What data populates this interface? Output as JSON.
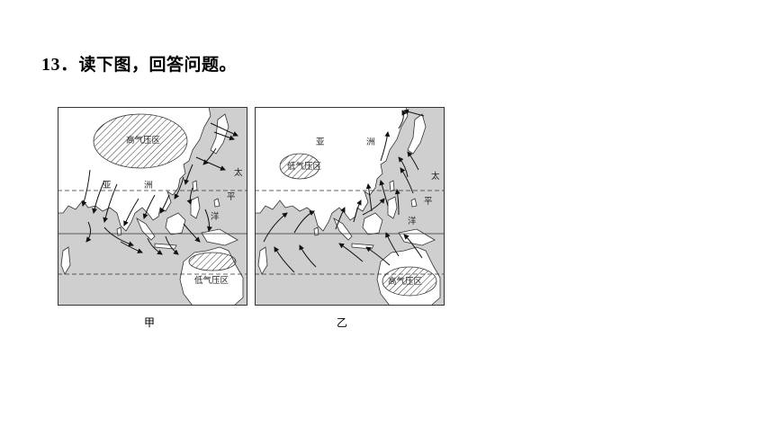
{
  "question": {
    "number": "13．",
    "text": "读下图，回答问题。"
  },
  "maps": {
    "jia": {
      "caption": "甲",
      "high_pressure": "高气压区",
      "low_pressure": "低气压区",
      "continent_chars": [
        "亚",
        "洲"
      ],
      "ocean_chars": [
        "太",
        "平",
        "洋"
      ]
    },
    "yi": {
      "caption": "乙",
      "low_pressure": "低气压区",
      "high_pressure": "高气压区",
      "continent_chars": [
        "亚",
        "洲"
      ],
      "ocean_chars": [
        "太",
        "平",
        "洋"
      ]
    }
  },
  "colors": {
    "sea": "#cfcfcf",
    "land": "#ffffff",
    "outline": "#333333"
  }
}
